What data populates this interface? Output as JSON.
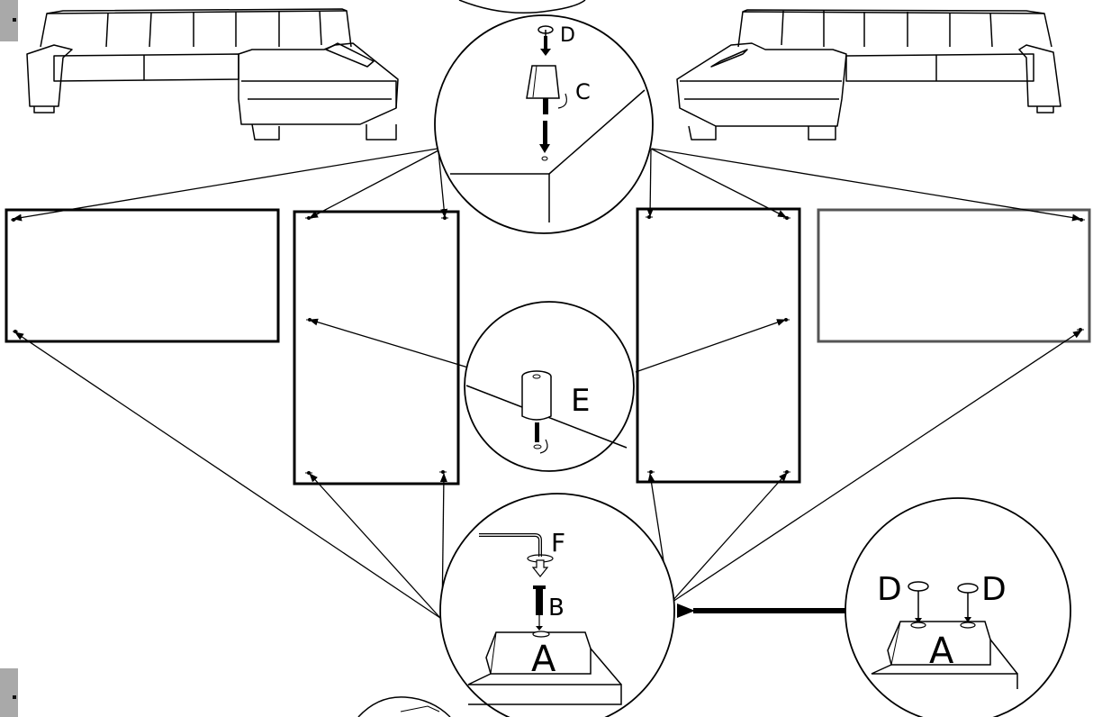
{
  "callouts": {
    "top": {
      "label_top": "D",
      "label_right": "C"
    },
    "middle": {
      "label": "E"
    },
    "bottom": {
      "label_top": "F",
      "label_mid": "B",
      "label_block": "A"
    },
    "detail": {
      "label_left": "D",
      "label_right": "D",
      "label_block": "A"
    }
  },
  "colors": {
    "line": "#000000",
    "corner_tab": "#a9a9a9",
    "background": "#ffffff"
  }
}
